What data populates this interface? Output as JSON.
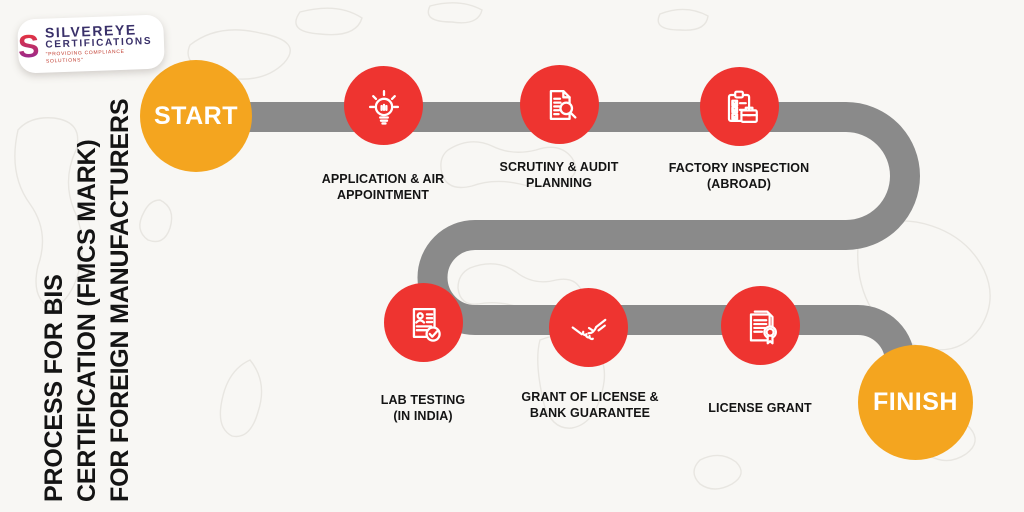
{
  "logo": {
    "mark": "S",
    "name": "SILVEREYE",
    "subtitle": "CERTIFICATIONS",
    "tagline": "\"PROVIDING COMPLIANCE SOLUTIONS\""
  },
  "title": {
    "line1": "PROCESS FOR BIS",
    "line2": "CERTIFICATION (FMCS MARK)",
    "line3": "FOR FOREIGN MANUFACTURERS"
  },
  "flow": {
    "start_label": "START",
    "finish_label": "FINISH",
    "steps": [
      {
        "icon": "lightbulb-icon",
        "label_line1": "APPLICATION & AIR",
        "label_line2": "APPOINTMENT"
      },
      {
        "icon": "document-search-icon",
        "label_line1": "SCRUTINY & AUDIT",
        "label_line2": "PLANNING"
      },
      {
        "icon": "clipboard-briefcase-icon",
        "label_line1": "FACTORY INSPECTION",
        "label_line2": "(ABROAD)"
      },
      {
        "icon": "report-check-icon",
        "label_line1": "LAB TESTING",
        "label_line2": "(IN INDIA)"
      },
      {
        "icon": "handshake-icon",
        "label_line1": "GRANT OF LICENSE &",
        "label_line2": "BANK GUARANTEE"
      },
      {
        "icon": "certificate-ribbon-icon",
        "label_line1": "LICENSE GRANT",
        "label_line2": ""
      }
    ]
  },
  "colors": {
    "accent_red": "#ee3430",
    "accent_yellow": "#f4a51f",
    "road_gray": "#8a8a8a",
    "text_black": "#141414",
    "background": "#f8f7f4"
  }
}
